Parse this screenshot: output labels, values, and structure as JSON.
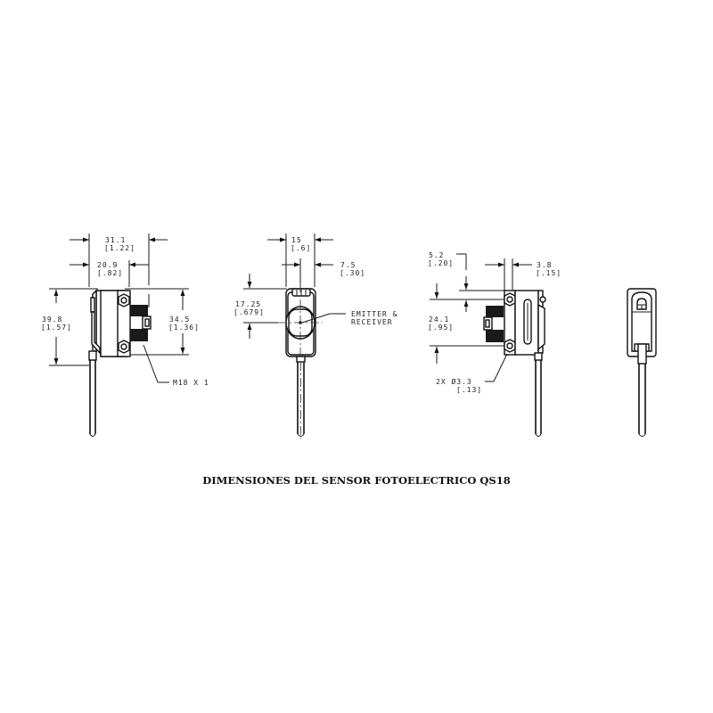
{
  "title": "DIMENSIONES DEL SENSOR FOTOELECTRICO QS18",
  "views": {
    "side_left": {
      "dim_overall_width": {
        "mm": "31.1",
        "in": "[1.22]"
      },
      "dim_body_width": {
        "mm": "20.9",
        "in": "[.82]"
      },
      "dim_overall_height": {
        "mm": "39.8",
        "in": "[1.57]"
      },
      "dim_mount_height": {
        "mm": "34.5",
        "in": "[1.36]"
      },
      "callout_thread": "M18 X 1"
    },
    "front": {
      "dim_width": {
        "mm": "15",
        "in": "[.6]"
      },
      "dim_half_width": {
        "mm": "7.5",
        "in": "[.30]"
      },
      "dim_lens_height": {
        "mm": "17.25",
        "in": "[.679]"
      },
      "callout_lens_line1": "EMITTER &",
      "callout_lens_line2": "RECEIVER"
    },
    "side_right": {
      "dim_hole_offset": {
        "mm": "5.2",
        "in": "[.20]"
      },
      "dim_hole_inset": {
        "mm": "3.8",
        "in": "[.15]"
      },
      "dim_hole_spacing": {
        "mm": "24.1",
        "in": "[.95]"
      },
      "callout_holes_line1": "2X Ø3.3",
      "callout_holes_line2": "[.13]"
    },
    "rear": {}
  },
  "colors": {
    "line": "#1a1a1a",
    "background": "#ffffff"
  }
}
